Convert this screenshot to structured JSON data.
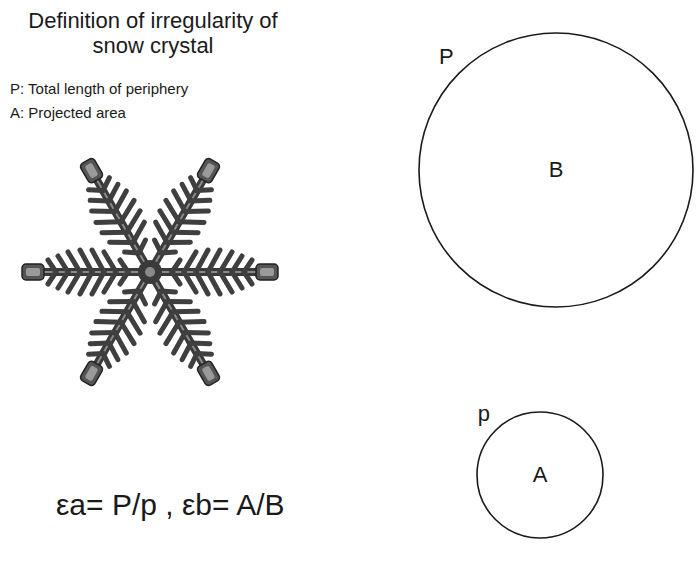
{
  "diagram": {
    "title": "Definition of irregularity of snow crystal",
    "nodes": [
      {
        "text": [
          "P",
          "B"
        ]
      },
      {
        "text": [
          "p",
          "A"
        ]
      }
    ],
    "labels": [
      "P: Total length of periphery",
      "A: Projected area",
      "εa= P/p , εb= A/B"
    ]
  }
}
